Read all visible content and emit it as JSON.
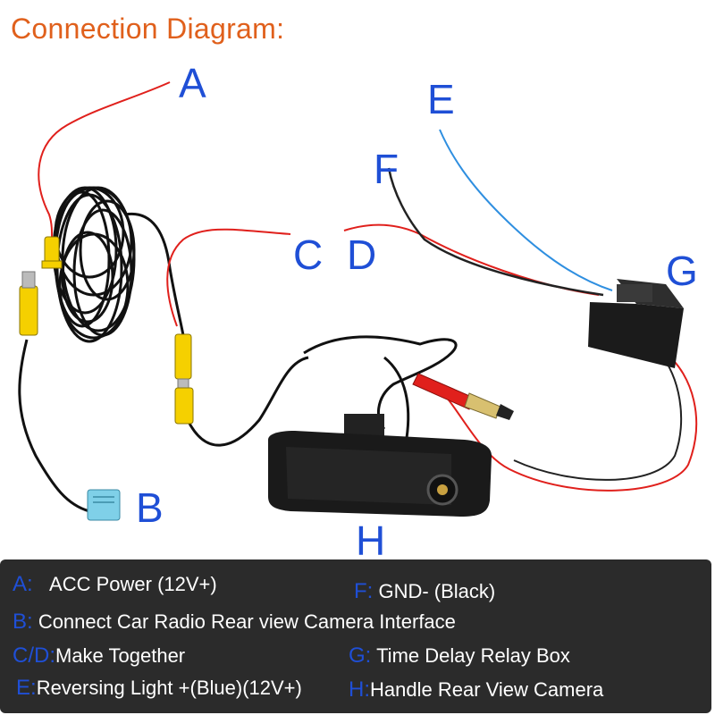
{
  "title": "Connection Diagram:",
  "callouts": {
    "a": "A",
    "b": "B",
    "c": "C",
    "d": "D",
    "e": "E",
    "f": "F",
    "g": "G",
    "h": "H"
  },
  "legend": {
    "a": {
      "key": "A:",
      "text": "ACC Power (12V+)"
    },
    "b": {
      "key": "B:",
      "text": "Connect Car Radio Rear view Camera Interface"
    },
    "cd": {
      "key": "C/D:",
      "text": "Make Together"
    },
    "e": {
      "key": "E:",
      "text": "Reversing Light +(Blue)(12V+)"
    },
    "f": {
      "key": "F:",
      "text": "GND- (Black)"
    },
    "g": {
      "key": "G:",
      "text": "Time Delay Relay Box"
    },
    "h": {
      "key": "H:",
      "text": "Handle Rear View Camera"
    }
  },
  "colors": {
    "title": "#e0601c",
    "callout": "#1f4fd6",
    "panel": "#2b2b2b",
    "red_wire": "#e0201c",
    "blue_wire": "#2f8fe0",
    "rca": "#f5d000"
  },
  "icons": [
    "rca-connector-icon",
    "radio-interface-plug-icon",
    "relay-box-icon",
    "handle-camera-icon",
    "camera-lens-icon"
  ]
}
